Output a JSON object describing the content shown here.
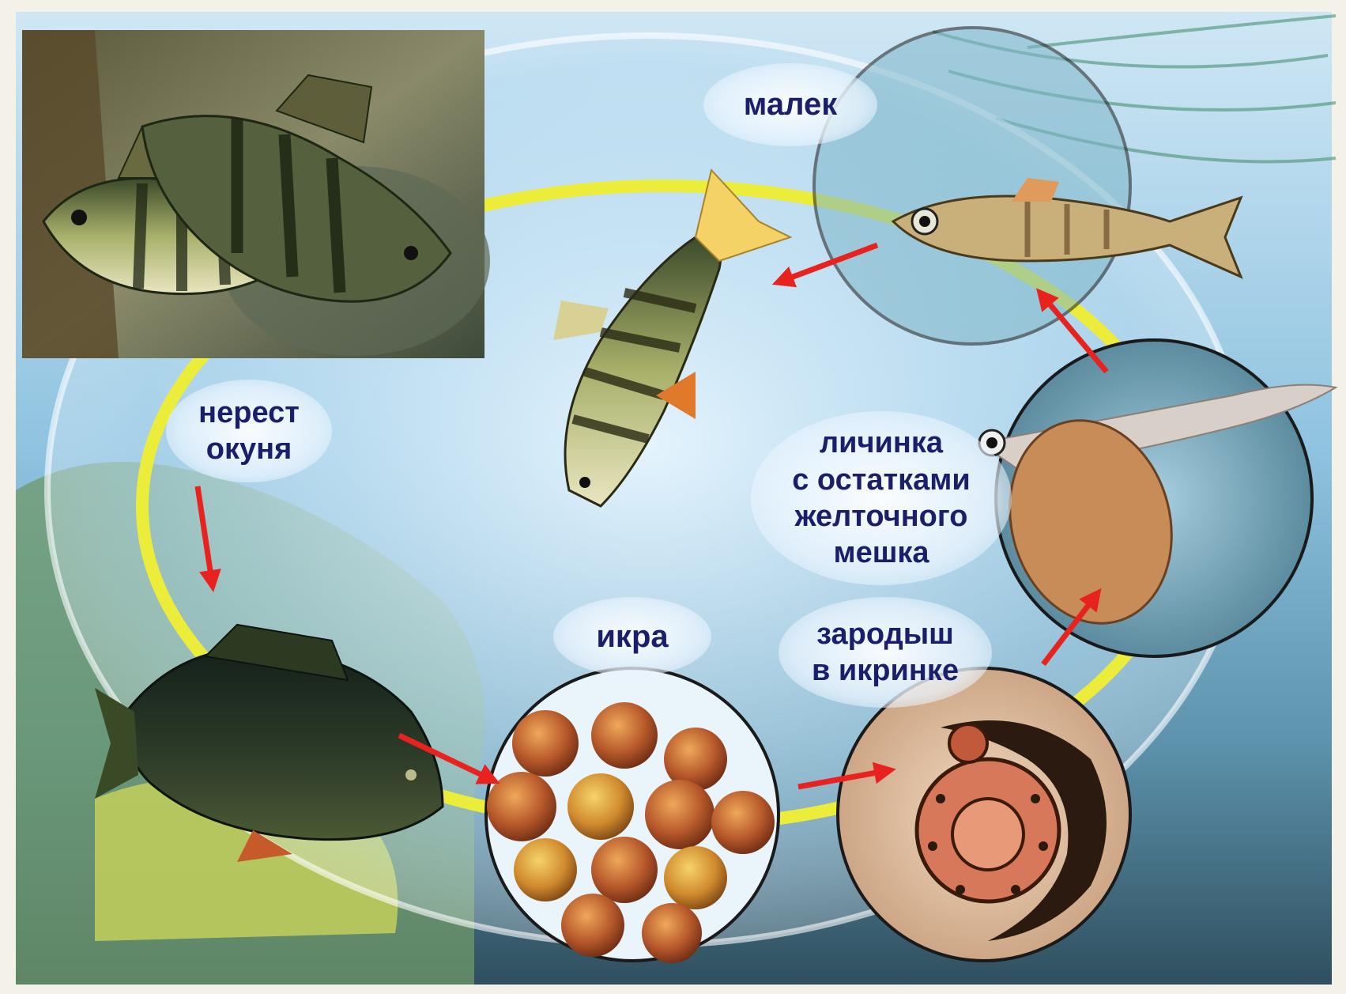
{
  "diagram": {
    "labels": {
      "spawning": [
        "нерест",
        "окуня"
      ],
      "fry": "малек",
      "larva": [
        "личинка",
        "с остатками",
        "желточного",
        "мешка"
      ],
      "roe": "икра",
      "embryo": [
        "зародыш",
        "в икринке"
      ]
    },
    "colors": {
      "cycle_ring": "#ecec3a",
      "arrow": "#e8231f",
      "label_text": "#1b1f6b",
      "water": "#8fc3e0"
    }
  }
}
